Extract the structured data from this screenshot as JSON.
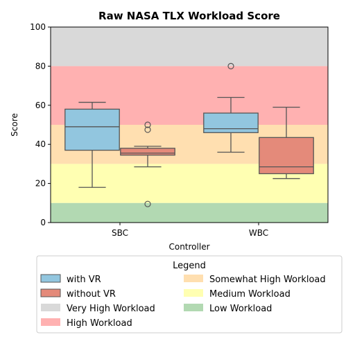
{
  "chart_data": {
    "type": "box",
    "title": "Raw NASA TLX Workload Score",
    "xlabel": "Controller",
    "ylabel": "Score",
    "ylim": [
      0,
      100
    ],
    "yticks": [
      0,
      20,
      40,
      60,
      80,
      100
    ],
    "categories": [
      "SBC",
      "WBC"
    ],
    "series": [
      {
        "name": "with VR",
        "color": "#92c6df",
        "boxes": [
          {
            "category": "SBC",
            "whislo": 18,
            "q1": 37,
            "med": 49,
            "q3": 58,
            "whishi": 61.5,
            "fliers": []
          },
          {
            "category": "WBC",
            "whislo": 36,
            "q1": 46,
            "med": 48,
            "q3": 56,
            "whishi": 64,
            "fliers": [
              80
            ]
          }
        ]
      },
      {
        "name": "without VR",
        "color": "#e48a7a",
        "boxes": [
          {
            "category": "SBC",
            "whislo": 28.5,
            "q1": 34.5,
            "med": 35.5,
            "q3": 38,
            "whishi": 39,
            "fliers": [
              50,
              47.5,
              9.5
            ]
          },
          {
            "category": "WBC",
            "whislo": 22.5,
            "q1": 25,
            "med": 28.5,
            "q3": 43.5,
            "whishi": 59,
            "fliers": []
          }
        ]
      }
    ],
    "bands": [
      {
        "label": "Very High Workload",
        "from": 80,
        "to": 100,
        "color": "#d9d9d9"
      },
      {
        "label": "High Workload",
        "from": 50,
        "to": 80,
        "color": "#ffb1b1"
      },
      {
        "label": "Somewhat High Workload",
        "from": 30,
        "to": 50,
        "color": "#ffdfb0"
      },
      {
        "label": "Medium Workload",
        "from": 10,
        "to": 30,
        "color": "#ffffb2"
      },
      {
        "label": "Low Workload",
        "from": 0,
        "to": 10,
        "color": "#b2d9b2"
      }
    ],
    "legend": {
      "title": "Legend",
      "placement": "bottom",
      "entries": [
        {
          "label": "with VR",
          "color": "#92c6df",
          "kind": "box"
        },
        {
          "label": "Somewhat High Workload",
          "color": "#ffdfb0",
          "kind": "band"
        },
        {
          "label": "without VR",
          "color": "#e48a7a",
          "kind": "box"
        },
        {
          "label": "Medium Workload",
          "color": "#ffffb2",
          "kind": "band"
        },
        {
          "label": "Very High Workload",
          "color": "#d9d9d9",
          "kind": "band"
        },
        {
          "label": "Low Workload",
          "color": "#b2d9b2",
          "kind": "band"
        },
        {
          "label": "High Workload",
          "color": "#ffb1b1",
          "kind": "band"
        }
      ]
    },
    "grid": false
  }
}
